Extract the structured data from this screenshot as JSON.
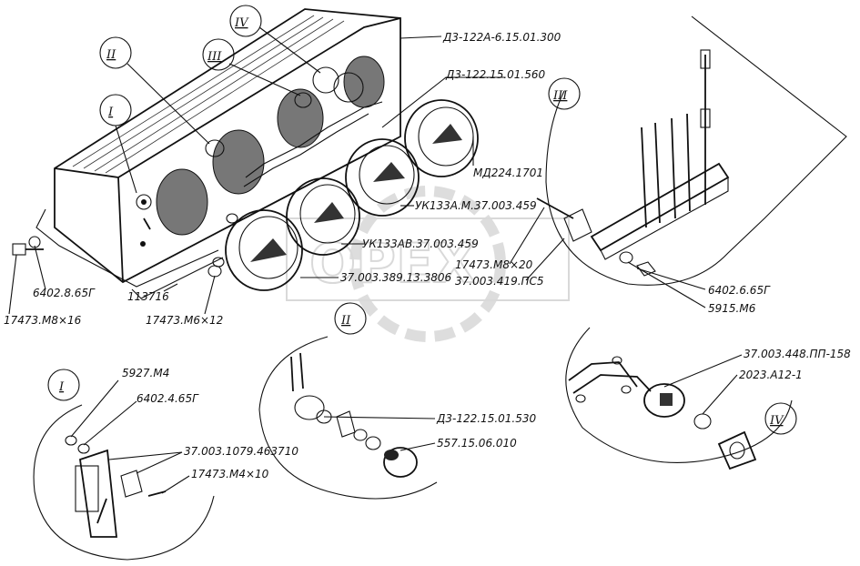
{
  "labels": {
    "d3_panel": "Д3-122А-6.15.01.300",
    "d3_bracket": "Д3-122.15.01.560",
    "md224": "МД224.1701",
    "uk133am": "УК133А.М.37.003.459",
    "uk133av": "УК133АВ.37.003.459",
    "g389": "37.003.389.13.3806",
    "b17473m8x20": "17473.М8×20",
    "g419": "37.003.419.ПС5",
    "w6402_65g_right": "6402.6.65Г",
    "n5915m6": "5915.М6",
    "w6402_865g": "6402.8.65Г",
    "b17473m8x16": "17473.М8×16",
    "n113716": "113716",
    "b17473m6x12": "17473.М6×12",
    "d3_lamp": "Д3-122.15.01.530",
    "n557": "557.15.06.010",
    "sw448": "37.003.448.ПП-158",
    "l2023": "2023.А12-1",
    "n5927m4": "5927.М4",
    "w6402_465g": "6402.4.65Г",
    "sw1079": "37.003.1079.463710",
    "b17473m4x10": "17473.М4×10"
  },
  "callouts": {
    "I": "I",
    "II": "II",
    "III": "III",
    "IV": "IV"
  },
  "watermark": "OPEX"
}
